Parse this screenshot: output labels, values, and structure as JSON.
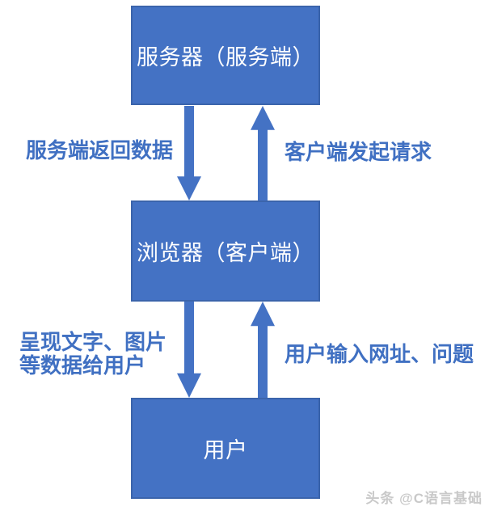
{
  "diagram": {
    "title": "browser-server request/response flow",
    "nodes": [
      {
        "id": "server",
        "label": "服务器（服务端）"
      },
      {
        "id": "browser",
        "label": "浏览器（客户端）"
      },
      {
        "id": "user",
        "label": "用户"
      }
    ],
    "edges": [
      {
        "from": "server",
        "to": "browser",
        "direction": "down",
        "label": "服务端返回数据"
      },
      {
        "from": "browser",
        "to": "server",
        "direction": "up",
        "label": "客户端发起请求"
      },
      {
        "from": "browser",
        "to": "user",
        "direction": "down",
        "label": "呈现文字、图片\n等数据给用户"
      },
      {
        "from": "user",
        "to": "browser",
        "direction": "up",
        "label": "用户输入网址、问题"
      }
    ],
    "colors": {
      "node_fill": "#4472c4",
      "node_border": "#3b64ab",
      "node_text": "#ffffff",
      "arrow": "#4472c4",
      "edge_label_text": "#4070c2",
      "watermark_text": "#c9c9c9",
      "background": "#ffffff"
    }
  },
  "watermark": "头条 @C语言基础"
}
